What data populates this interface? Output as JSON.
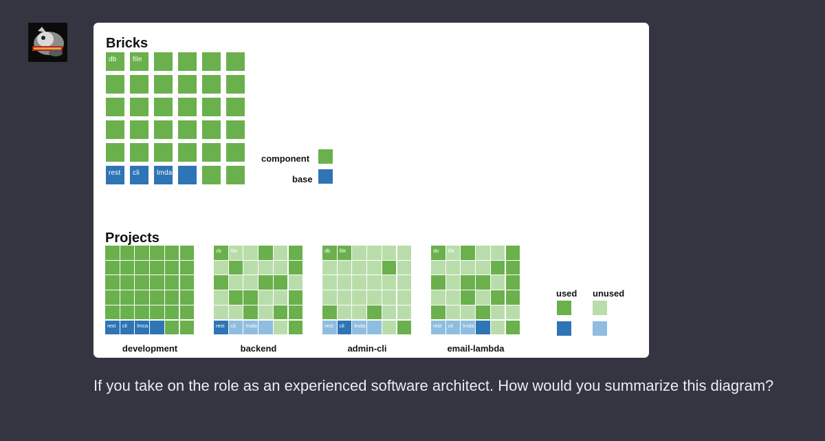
{
  "colors": {
    "page_bg": "#343541",
    "card_bg": "#ffffff",
    "component_used": "#6ab04c",
    "component_unused": "#b9ddaa",
    "base_used": "#2f74b5",
    "base_unused": "#8fbddf",
    "prompt_text": "#ececf1"
  },
  "avatar": {
    "icon": "user-avatar-image"
  },
  "diagram": {
    "bricks_title": "Bricks",
    "projects_title": "Projects",
    "bricks": [
      [
        "db",
        "file",
        "",
        "",
        "",
        ""
      ],
      [
        "",
        "",
        "",
        "",
        "",
        ""
      ],
      [
        "",
        "",
        "",
        "",
        "",
        ""
      ],
      [
        "",
        "",
        "",
        "",
        "",
        ""
      ],
      [
        "",
        "",
        "",
        "",
        "",
        ""
      ],
      [
        "rest",
        "cli",
        "lmda",
        "",
        "",
        ""
      ]
    ],
    "brick_types": [
      [
        "c",
        "c",
        "c",
        "c",
        "c",
        "c"
      ],
      [
        "c",
        "c",
        "c",
        "c",
        "c",
        "c"
      ],
      [
        "c",
        "c",
        "c",
        "c",
        "c",
        "c"
      ],
      [
        "c",
        "c",
        "c",
        "c",
        "c",
        "c"
      ],
      [
        "c",
        "c",
        "c",
        "c",
        "c",
        "c"
      ],
      [
        "b",
        "b",
        "b",
        "b",
        "c",
        "c"
      ]
    ],
    "type_legend": {
      "component": "component",
      "base": "base"
    },
    "usage_legend": {
      "used": "used",
      "unused": "unused"
    },
    "projects": [
      {
        "name": "development",
        "used": [
          [
            1,
            1,
            1,
            1,
            1,
            1
          ],
          [
            1,
            1,
            1,
            1,
            1,
            1
          ],
          [
            1,
            1,
            1,
            1,
            1,
            1
          ],
          [
            1,
            1,
            1,
            1,
            1,
            1
          ],
          [
            1,
            1,
            1,
            1,
            1,
            1
          ],
          [
            1,
            1,
            1,
            1,
            1,
            1
          ]
        ],
        "labels": [
          [
            "",
            "",
            "",
            "",
            "",
            ""
          ],
          [
            "",
            "",
            "",
            "",
            "",
            ""
          ],
          [
            "",
            "",
            "",
            "",
            "",
            ""
          ],
          [
            "",
            "",
            "",
            "",
            "",
            ""
          ],
          [
            "",
            "",
            "",
            "",
            "",
            ""
          ],
          [
            "rest",
            "cli",
            "lmca",
            "",
            "",
            ""
          ]
        ]
      },
      {
        "name": "backend",
        "used": [
          [
            1,
            0,
            0,
            1,
            0,
            1
          ],
          [
            0,
            1,
            0,
            0,
            0,
            1
          ],
          [
            1,
            0,
            0,
            1,
            1,
            0
          ],
          [
            0,
            1,
            1,
            0,
            0,
            1
          ],
          [
            0,
            0,
            1,
            0,
            1,
            1
          ],
          [
            1,
            0,
            0,
            0,
            0,
            1
          ]
        ],
        "labels": [
          [
            "cb",
            "file",
            "",
            "",
            "",
            ""
          ],
          [
            "",
            "",
            "",
            "",
            "",
            ""
          ],
          [
            "",
            "",
            "",
            "",
            "",
            ""
          ],
          [
            "",
            "",
            "",
            "",
            "",
            ""
          ],
          [
            "",
            "",
            "",
            "",
            "",
            ""
          ],
          [
            "rest",
            "cli",
            "lmda",
            "",
            "",
            ""
          ]
        ]
      },
      {
        "name": "admin-cli",
        "used": [
          [
            1,
            1,
            0,
            0,
            0,
            0
          ],
          [
            0,
            0,
            0,
            0,
            1,
            0
          ],
          [
            0,
            0,
            0,
            0,
            0,
            0
          ],
          [
            0,
            0,
            0,
            0,
            0,
            0
          ],
          [
            1,
            0,
            0,
            1,
            0,
            0
          ],
          [
            0,
            1,
            0,
            0,
            0,
            1
          ]
        ],
        "labels": [
          [
            "db",
            "file",
            "",
            "",
            "",
            ""
          ],
          [
            "",
            "",
            "",
            "",
            "",
            ""
          ],
          [
            "",
            "",
            "",
            "",
            "",
            ""
          ],
          [
            "",
            "",
            "",
            "",
            "",
            ""
          ],
          [
            "",
            "",
            "",
            "",
            "",
            ""
          ],
          [
            "rest",
            "cli",
            "lmda",
            "",
            "",
            ""
          ]
        ]
      },
      {
        "name": "email-lambda",
        "used": [
          [
            1,
            0,
            1,
            0,
            0,
            1
          ],
          [
            0,
            0,
            0,
            0,
            1,
            1
          ],
          [
            1,
            0,
            1,
            1,
            0,
            1
          ],
          [
            0,
            0,
            1,
            0,
            1,
            1
          ],
          [
            1,
            0,
            0,
            1,
            0,
            0
          ],
          [
            0,
            0,
            0,
            1,
            0,
            1
          ]
        ],
        "labels": [
          [
            "do",
            "file",
            "",
            "",
            "",
            ""
          ],
          [
            "",
            "",
            "",
            "",
            "",
            ""
          ],
          [
            "",
            "",
            "",
            "",
            "",
            ""
          ],
          [
            "",
            "",
            "",
            "",
            "",
            ""
          ],
          [
            "",
            "",
            "",
            "",
            "",
            ""
          ],
          [
            "rest",
            "cli",
            "lmda",
            "",
            "",
            ""
          ]
        ]
      }
    ]
  },
  "prompt": "If you take on the role as an experienced software architect. How would you summarize this diagram?"
}
